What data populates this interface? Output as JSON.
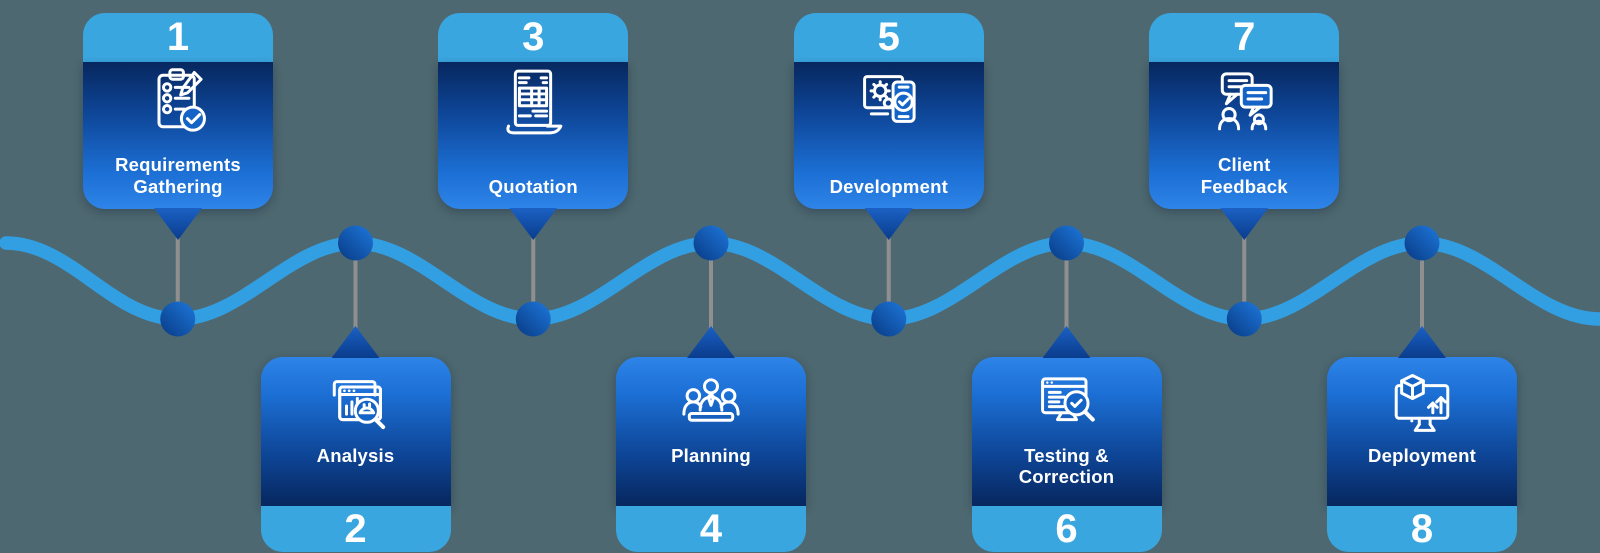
{
  "colors": {
    "background": "#4d6870",
    "header_blue": "#3aa6e0",
    "body_dark": "#07275e",
    "body_mid": "#1463c6",
    "body_bright": "#2e84e8",
    "wave_blue": "#339fe3",
    "node_light": "#1e78dc",
    "node_dark": "#083a84",
    "pointer_light": "#1b61c4",
    "pointer_dark": "#0a3c8c",
    "connector_gray": "#8f8f8f",
    "text_white": "#ffffff"
  },
  "steps": [
    {
      "number": "1",
      "label": "Requirements\nGathering",
      "icon": "requirements-gathering-icon",
      "position": "top"
    },
    {
      "number": "2",
      "label": "Analysis",
      "icon": "analysis-icon",
      "position": "bottom"
    },
    {
      "number": "3",
      "label": "Quotation",
      "icon": "quotation-icon",
      "position": "top"
    },
    {
      "number": "4",
      "label": "Planning",
      "icon": "planning-icon",
      "position": "bottom"
    },
    {
      "number": "5",
      "label": "Development",
      "icon": "development-icon",
      "position": "top"
    },
    {
      "number": "6",
      "label": "Testing &\nCorrection",
      "icon": "testing-correction-icon",
      "position": "bottom"
    },
    {
      "number": "7",
      "label": "Client\nFeedback",
      "icon": "client-feedback-icon",
      "position": "top"
    },
    {
      "number": "8",
      "label": "Deployment",
      "icon": "deployment-icon",
      "position": "bottom"
    }
  ]
}
